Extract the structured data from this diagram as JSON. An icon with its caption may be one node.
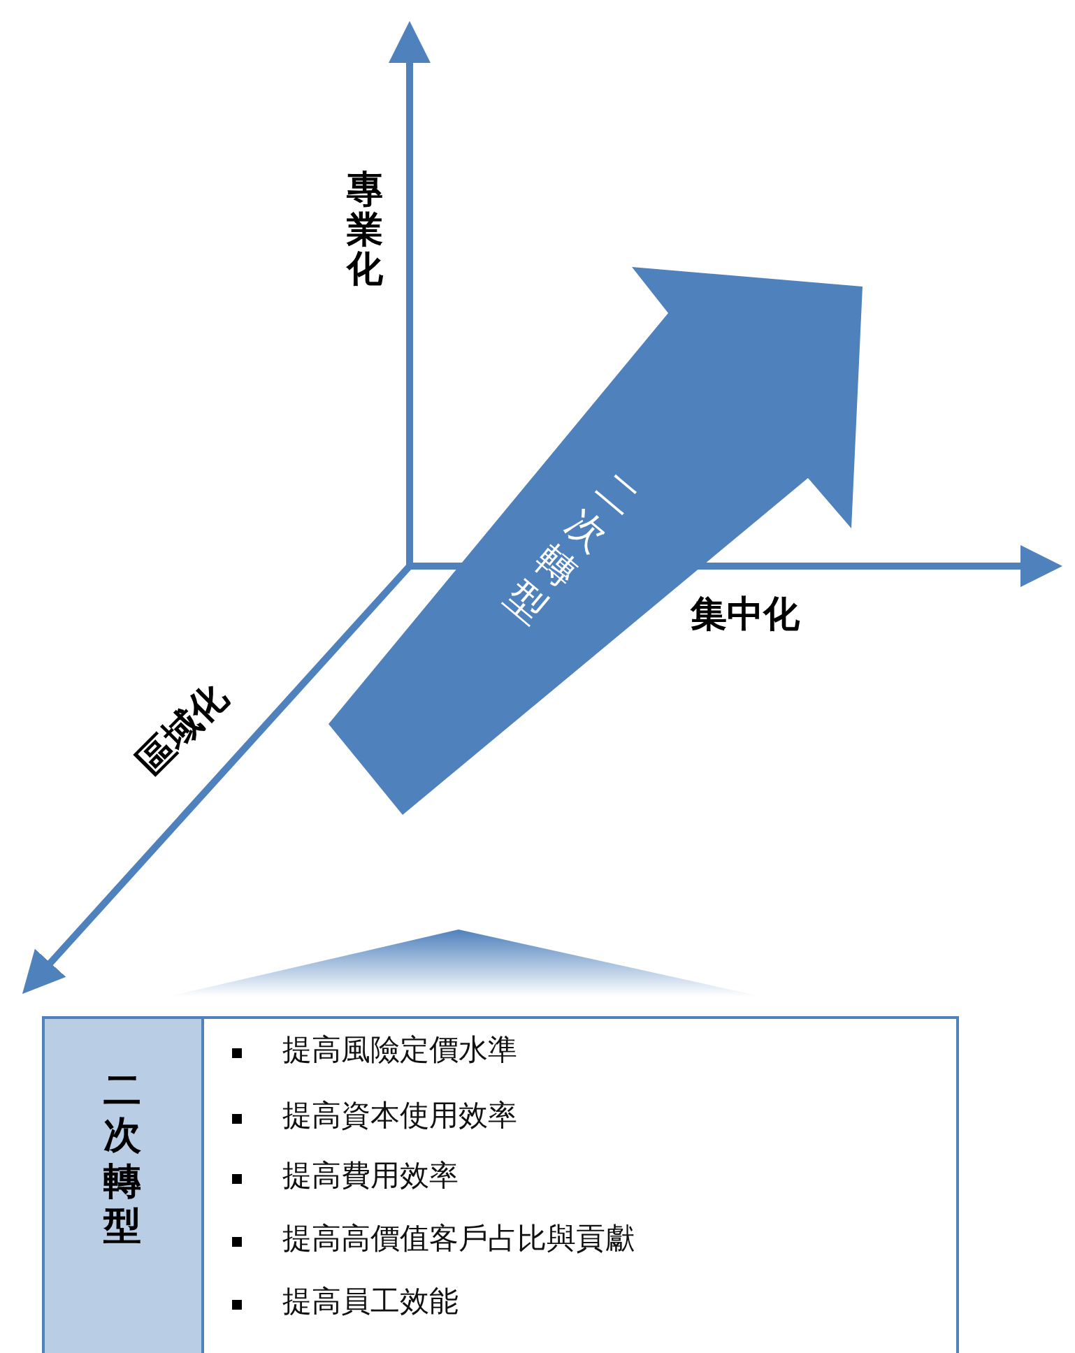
{
  "diagram": {
    "nodes": [
      {
        "text": [
          "二次轉型"
        ]
      },
      {
        "text": [],
        "shape": "triangle"
      },
      {
        "text": [
          "二次轉型"
        ]
      },
      {
        "text": [
          "提高風險定價水準",
          "提高資本使用效率",
          "提高費用效率",
          "提高高價值客戶占比與貢獻",
          "提高員工效能"
        ]
      }
    ],
    "labels": [
      "專業化",
      "集中化",
      "區域化"
    ]
  }
}
